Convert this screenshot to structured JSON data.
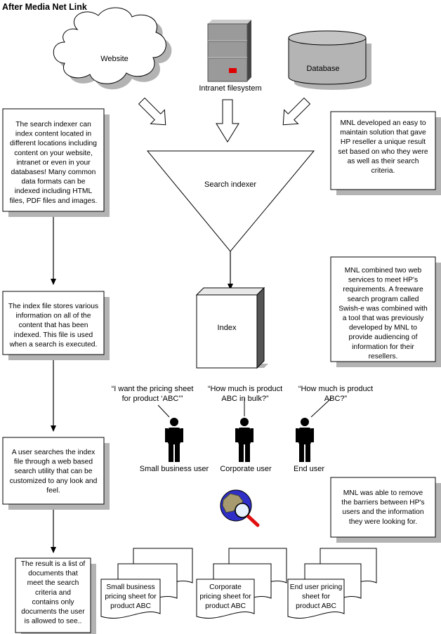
{
  "title": "After Media Net Link",
  "sources": {
    "website": "Website",
    "intranet": "Intranet filesystem",
    "database": "Database"
  },
  "indexer_label": "Search indexer",
  "index_label": "Index",
  "left_boxes": [
    [
      "The search indexer can",
      "index content located in",
      "different locations including",
      "content on your website,",
      "intranet or even in your",
      "databases! Many common",
      "data formats can be",
      "indexed including HTML",
      "files, PDF files and images."
    ],
    [
      "The index file stores various",
      "information on all of the",
      "content that has been",
      "indexed. This file is used",
      "when a search is executed."
    ],
    [
      "A user searches the index",
      "file through a web based",
      "search utility that can be",
      "customized to any look and",
      "feel."
    ],
    [
      "The result is a list of",
      "documents that",
      "meet the search",
      "criteria and",
      "contains only",
      "documents the user",
      "is allowed to see.."
    ]
  ],
  "right_boxes": [
    [
      "MNL developed an easy to",
      "maintain solution that gave",
      "HP reseller a unique result",
      "set based on who they were",
      "as well as their search",
      "criteria."
    ],
    [
      "MNL combined two web",
      "services to meet HP's",
      "requirements. A freeware",
      "search program called",
      "Swish-e was combined with",
      "a tool that was previously",
      "developed by MNL to",
      "provide audiencing of",
      "information for their",
      "resellers."
    ],
    [
      "MNL was able to remove",
      "the barriers between HP's",
      "users and the information",
      "they were looking for."
    ]
  ],
  "users": [
    {
      "quote": [
        "“I want the pricing sheet",
        "for product ‘ABC’”"
      ],
      "label": "Small business user"
    },
    {
      "quote": [
        "“How much is product",
        "ABC in bulk?”"
      ],
      "label": "Corporate user"
    },
    {
      "quote": [
        "“How much is product",
        "ABC?”"
      ],
      "label": "End user"
    }
  ],
  "documents": [
    [
      "Small business",
      "pricing sheet for",
      "product ABC"
    ],
    [
      "Corporate",
      "pricing sheet for",
      "product ABC"
    ],
    [
      "End user pricing",
      "sheet for",
      "product ABC"
    ]
  ],
  "icons": [
    "cloud-icon",
    "server-icon",
    "database-icon",
    "person-icon",
    "search-globe-icon",
    "document-stack-icon"
  ],
  "colors": {
    "shadow": "#b3b3b3",
    "server_body": "#9a9a9a",
    "database": "#b4b4b4",
    "server_led": "#e00000",
    "globe": "#2f2fc8",
    "magnifier_handle": "#e01010"
  }
}
